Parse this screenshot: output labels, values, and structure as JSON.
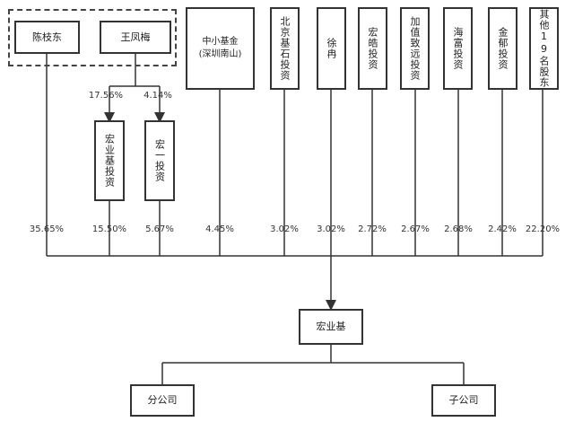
{
  "shareholders": {
    "chen_zhidong": "陈枝东",
    "wang_fengmei": "王凤梅",
    "hongyeji_invest": "宏业基投资",
    "hongyi_invest": "宏一投资",
    "zhongxiaoji": "中小基金\n(深圳南山)",
    "beijing_jishi": "北京基石投资",
    "xu_ran": "徐冉",
    "hongkai_invest": "宏皓投资",
    "jiazhi_zhiyuan": "加值致远投资",
    "haifu_invest": "海富投资",
    "jinyu_invest": "金郁投资",
    "others": "其他19名股东"
  },
  "percentages": {
    "wang_to_hongyeji": "17.56%",
    "wang_to_hongyi": "4.14%",
    "chen": "35.65%",
    "hongyeji_invest": "15.50%",
    "hongyi_invest": "5.67%",
    "zhongxiaoji": "4.45%",
    "beijing_jishi": "3.02%",
    "xu_ran": "3.02%",
    "hongkai_invest": "2.72%",
    "jiazhi_zhiyuan": "2.67%",
    "haifu_invest": "2.68%",
    "jinyu_invest": "2.42%",
    "others": "22.20%"
  },
  "company": "宏业基",
  "branch": "分公司",
  "subsidiary": "子公司"
}
